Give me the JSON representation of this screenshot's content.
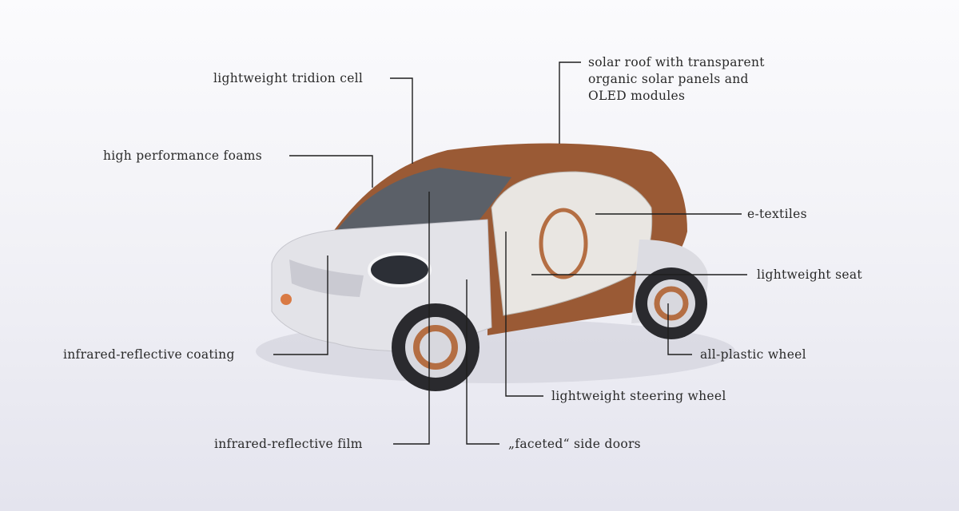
{
  "labels": {
    "tridion": "lightweight tridion cell",
    "foams": "high performance foams",
    "solar_roof": [
      "solar roof with transparent",
      "organic solar panels and",
      "OLED modules"
    ],
    "etextiles": "e-textiles",
    "seat": "lightweight seat",
    "wheel": "all-plastic wheel",
    "steering": "lightweight steering wheel",
    "doors": "„faceted“ side doors",
    "film": "infrared-reflective film",
    "coating": "infrared-reflective coating"
  },
  "colors": {
    "roof": "#9a5a35",
    "body": "#e3e3e8",
    "line": "#1e1e1e"
  }
}
